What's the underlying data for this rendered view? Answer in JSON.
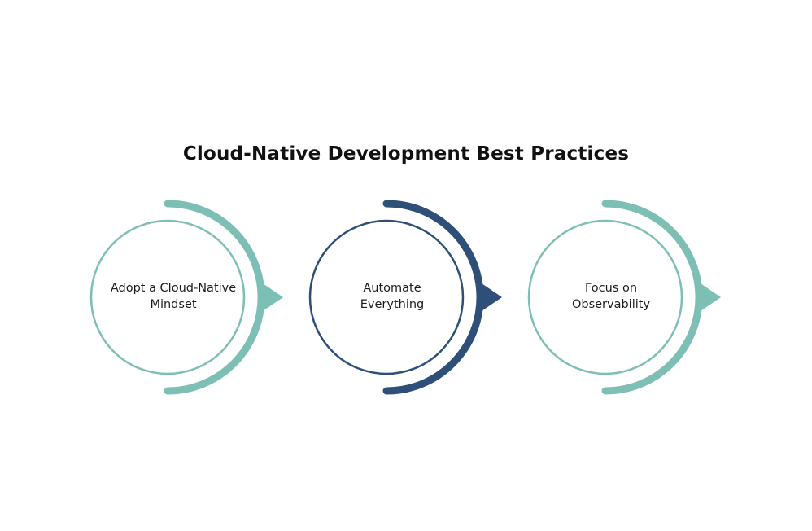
{
  "title": "Cloud-Native Development Best Practices",
  "steps": [
    {
      "line1": "Adopt a Cloud-Native",
      "line2": "Mindset",
      "color": "#7dbfb4"
    },
    {
      "line1": "Automate",
      "line2": "Everything",
      "color": "#2e4f78"
    },
    {
      "line1": "Focus on",
      "line2": "Observability",
      "color": "#7dbfb4"
    }
  ]
}
